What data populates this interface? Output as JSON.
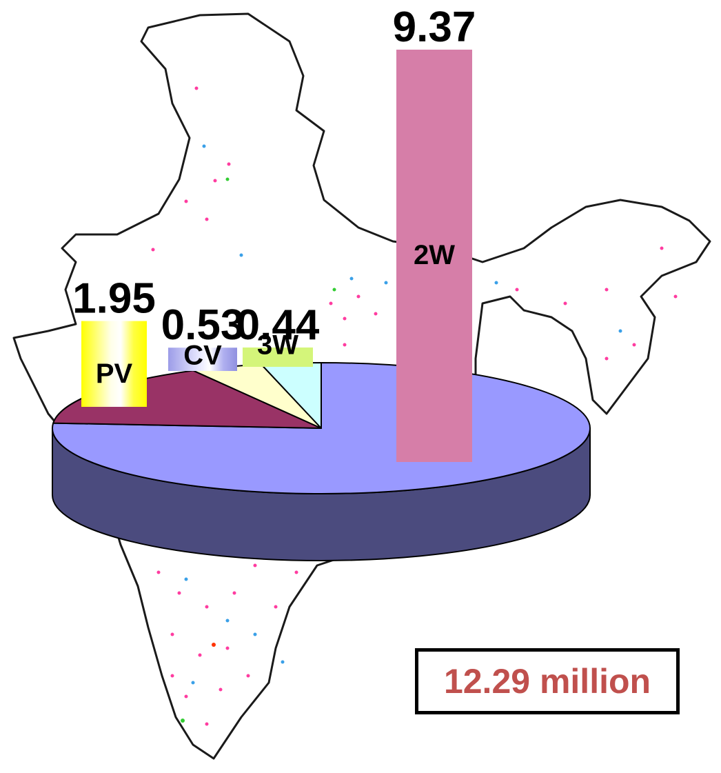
{
  "chart_data": {
    "type": "bar",
    "categories": [
      "PV",
      "CV",
      "3W",
      "2W"
    ],
    "values": [
      1.95,
      0.53,
      0.44,
      9.37
    ],
    "value_labels": [
      "1.95",
      "0.53",
      "0.44",
      "9.37"
    ],
    "colors": [
      "#ffff00",
      "#b4b4f0",
      "#d4f57a",
      "#d67ea8"
    ],
    "pie": {
      "slices": [
        {
          "category": "2W",
          "value": 9.37,
          "top_color": "#9999ff",
          "side_color": "#4b4b7e"
        },
        {
          "category": "PV",
          "value": 1.95,
          "top_color": "#993366",
          "side_color": "#5a1e3c"
        },
        {
          "category": "CV",
          "value": 0.53,
          "top_color": "#ffffcc",
          "side_color": "#b0b090"
        },
        {
          "category": "3W",
          "value": 0.44,
          "top_color": "#ccffff",
          "side_color": "#90b0b0"
        }
      ]
    },
    "total_label": "12.29 million",
    "total_color": "#c0504d",
    "background": "map-of-india",
    "grid": false,
    "legend": "none"
  }
}
